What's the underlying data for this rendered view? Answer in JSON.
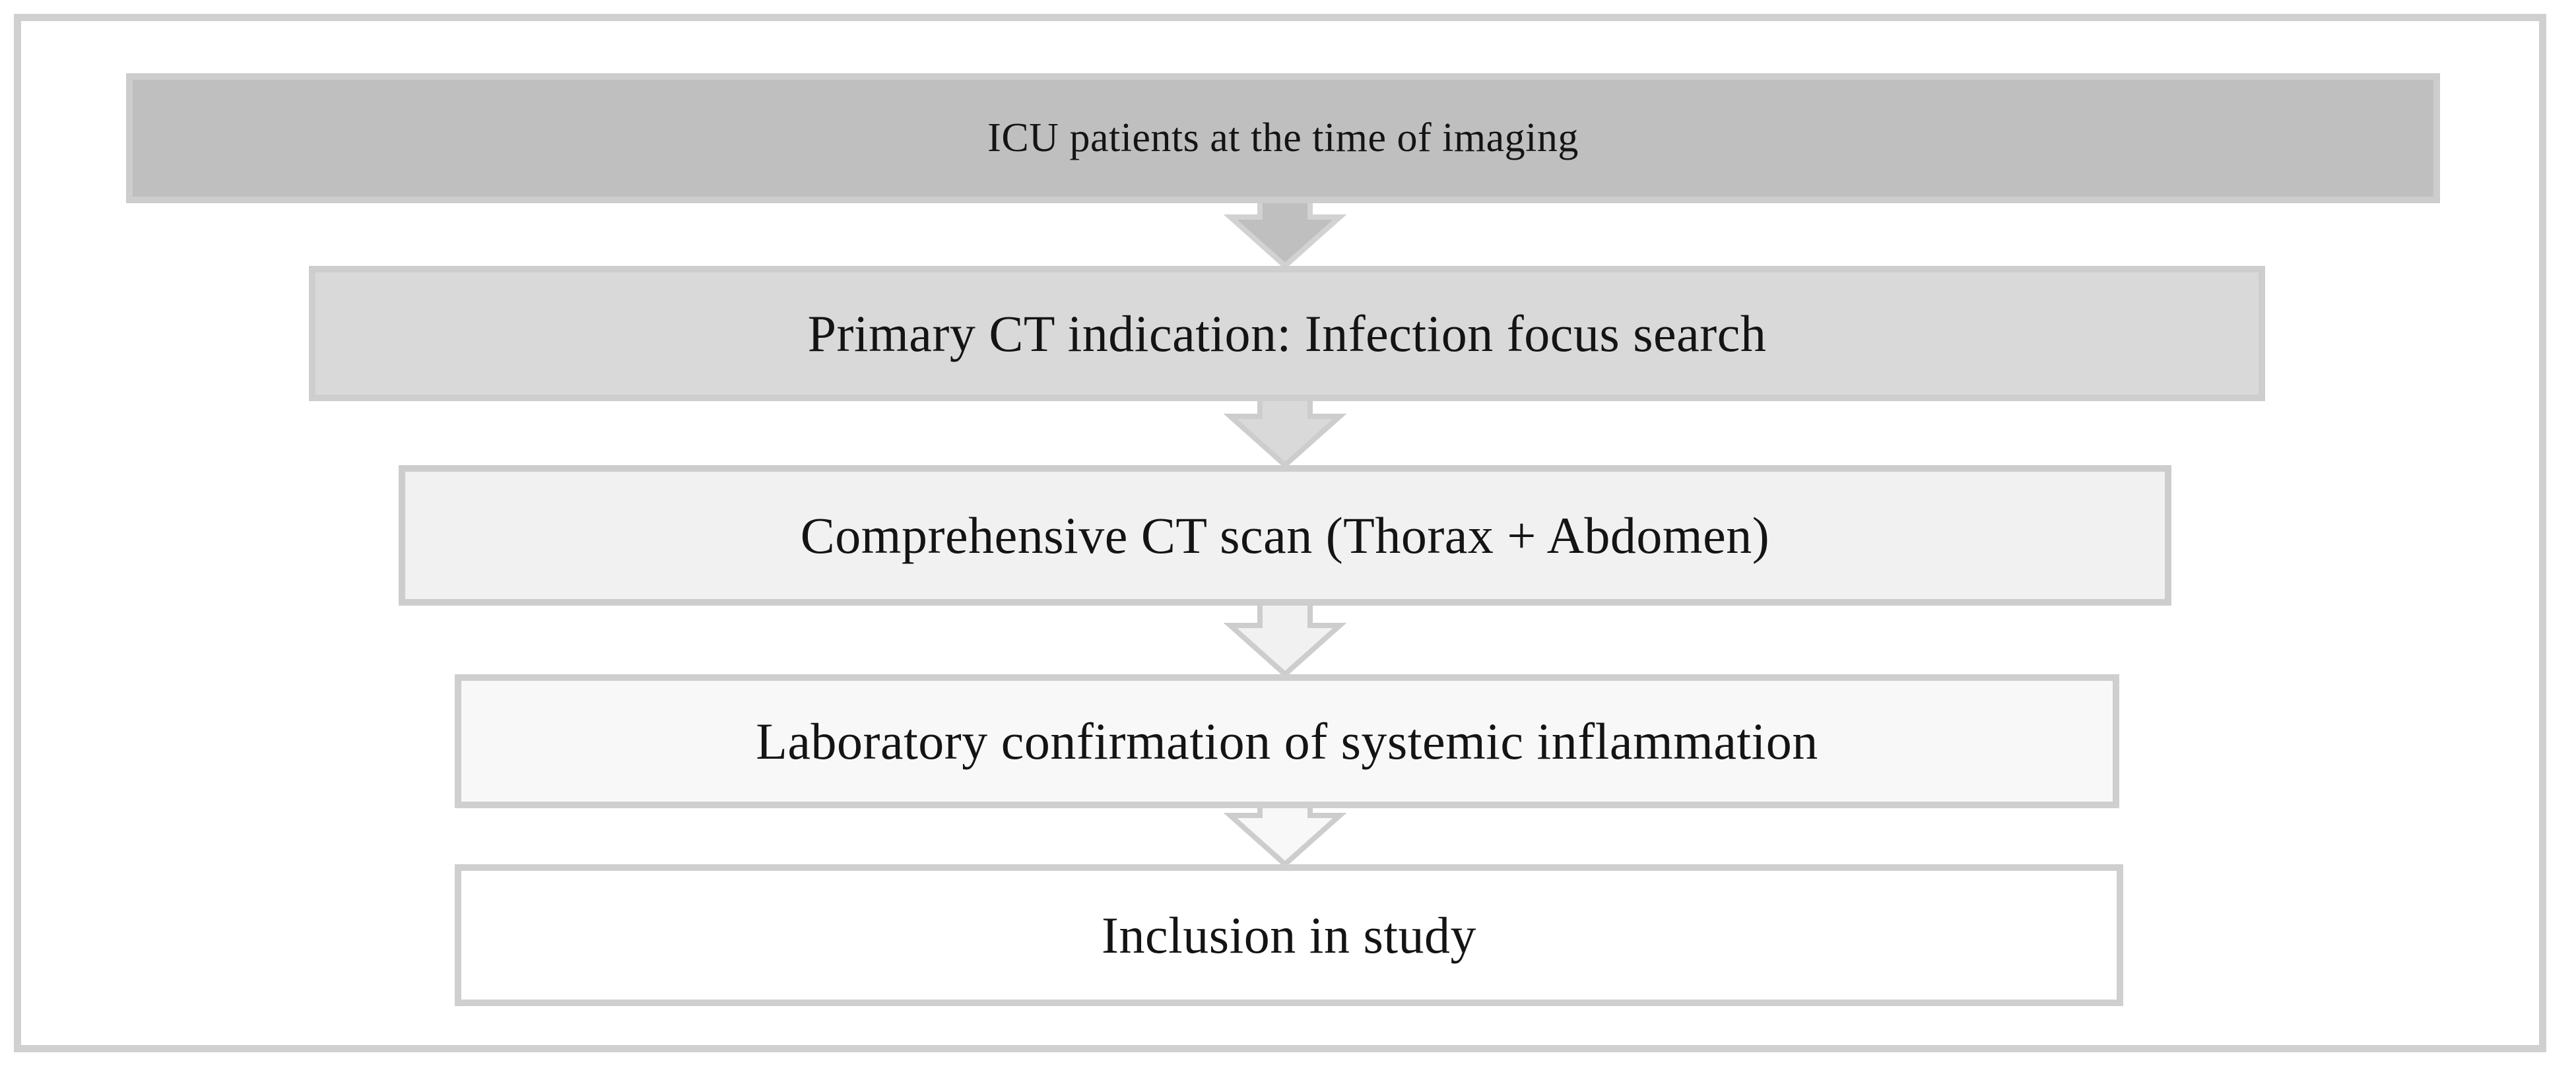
{
  "flowchart": {
    "type": "flowchart",
    "direction": "top-down",
    "frame_border_color": "#d0d0d0",
    "background_color": "#ffffff",
    "text_color": "#141414",
    "steps": [
      {
        "label": "ICU patients at the time of imaging",
        "fill": "#bfbfbf",
        "border": "#cdcdcd"
      },
      {
        "label": "Primary CT indication: Infection focus search",
        "fill": "#d9d9d9",
        "border": "#cecece"
      },
      {
        "label": "Comprehensive CT scan (Thorax + Abdomen)",
        "fill": "#f1f1f1",
        "border": "#cdcdcd"
      },
      {
        "label": "Laboratory confirmation of systemic inflammation",
        "fill": "#f8f8f8",
        "border": "#cfcfcf"
      },
      {
        "label": "Inclusion in study",
        "fill": "#ffffff",
        "border": "#cfcfcf"
      }
    ],
    "arrows": [
      {
        "from": 0,
        "to": 1,
        "fill": "#bfbfbf",
        "stroke": "#d2d2d2"
      },
      {
        "from": 1,
        "to": 2,
        "fill": "#d9d9d9",
        "stroke": "#cdcdcd"
      },
      {
        "from": 2,
        "to": 3,
        "fill": "#f1f1f1",
        "stroke": "#cdcdcd"
      },
      {
        "from": 3,
        "to": 4,
        "fill": "#f8f8f8",
        "stroke": "#cdcdcd"
      }
    ]
  }
}
